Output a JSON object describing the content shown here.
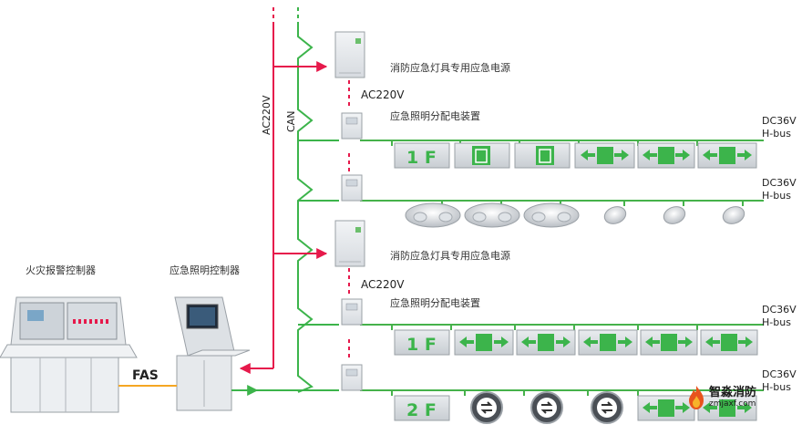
{
  "labels": {
    "fire_alarm_controller": "火灾报警控制器",
    "emergency_lighting_controller": "应急照明控制器",
    "fas": "FAS",
    "ac220v_vertical": "AC220V",
    "can_vertical": "CAN",
    "power_supply_1": "消防应急灯具专用应急电源",
    "power_supply_2": "消防应急灯具专用应急电源",
    "ac220v_1": "AC220V",
    "ac220v_2": "AC220V",
    "distribution_1": "应急照明分配电装置",
    "distribution_2": "应急照明分配电装置",
    "dc36v_1": "DC36V",
    "hbus_1": "H-bus",
    "dc36v_2": "DC36V",
    "hbus_2": "H-bus",
    "dc36v_3": "DC36V",
    "hbus_3": "H-bus",
    "dc36v_4": "DC36V",
    "hbus_4": "H-bus",
    "floor_1f_a": "1 F",
    "floor_1f_b": "1 F",
    "floor_2f": "2 F"
  },
  "colors": {
    "ac_line": "#e6194b",
    "can_line": "#3cb44b",
    "bus_line": "#46b24b",
    "fas_line": "#f5a623",
    "sign_green": "#3cb44b"
  },
  "watermark": {
    "name": "智淼消防",
    "url": "zmjaxf.com"
  }
}
